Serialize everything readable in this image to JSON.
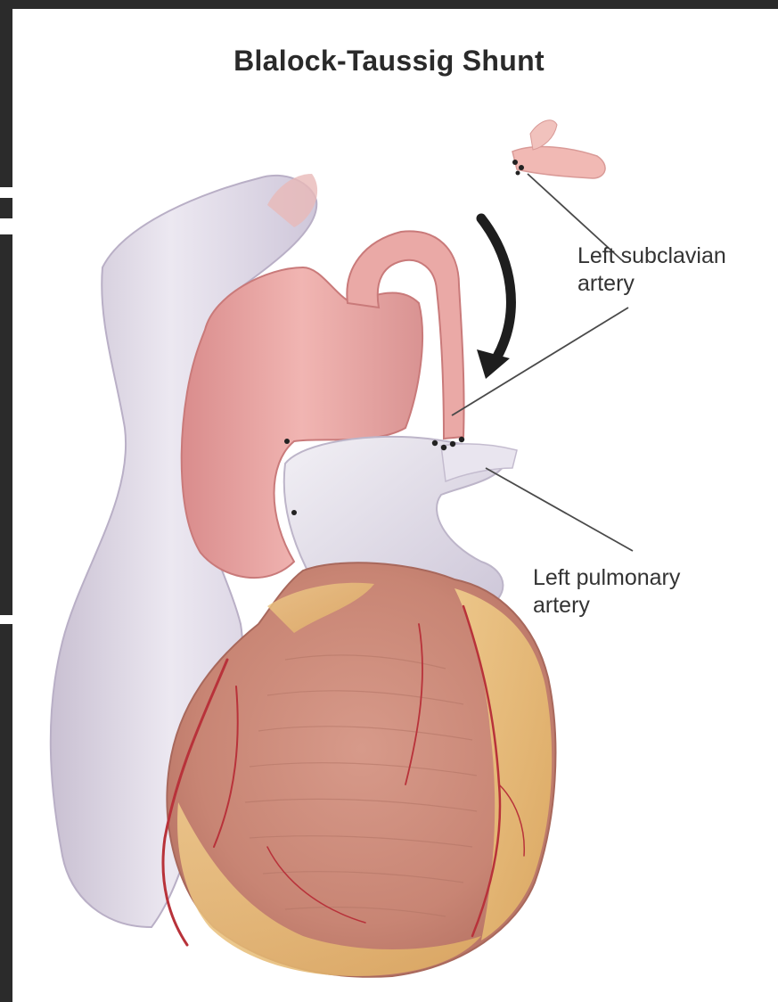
{
  "title": "Blalock-Taussig Shunt",
  "labels": {
    "subclavian": {
      "line1": "Left subclavian",
      "line2": "artery"
    },
    "pulmonary": {
      "line1": "Left pulmonary",
      "line2": "artery"
    }
  },
  "colors": {
    "aorta": "#e8a3a3",
    "pulmonary_trunk": "#e6e2ec",
    "vena_cava": "#dcd6e4",
    "ventricle": "#c98a7c",
    "fat": "#e8c07a",
    "coronary": "#b8323a",
    "arrow": "#1e1e1e",
    "leader_line": "#4a4a4a"
  }
}
